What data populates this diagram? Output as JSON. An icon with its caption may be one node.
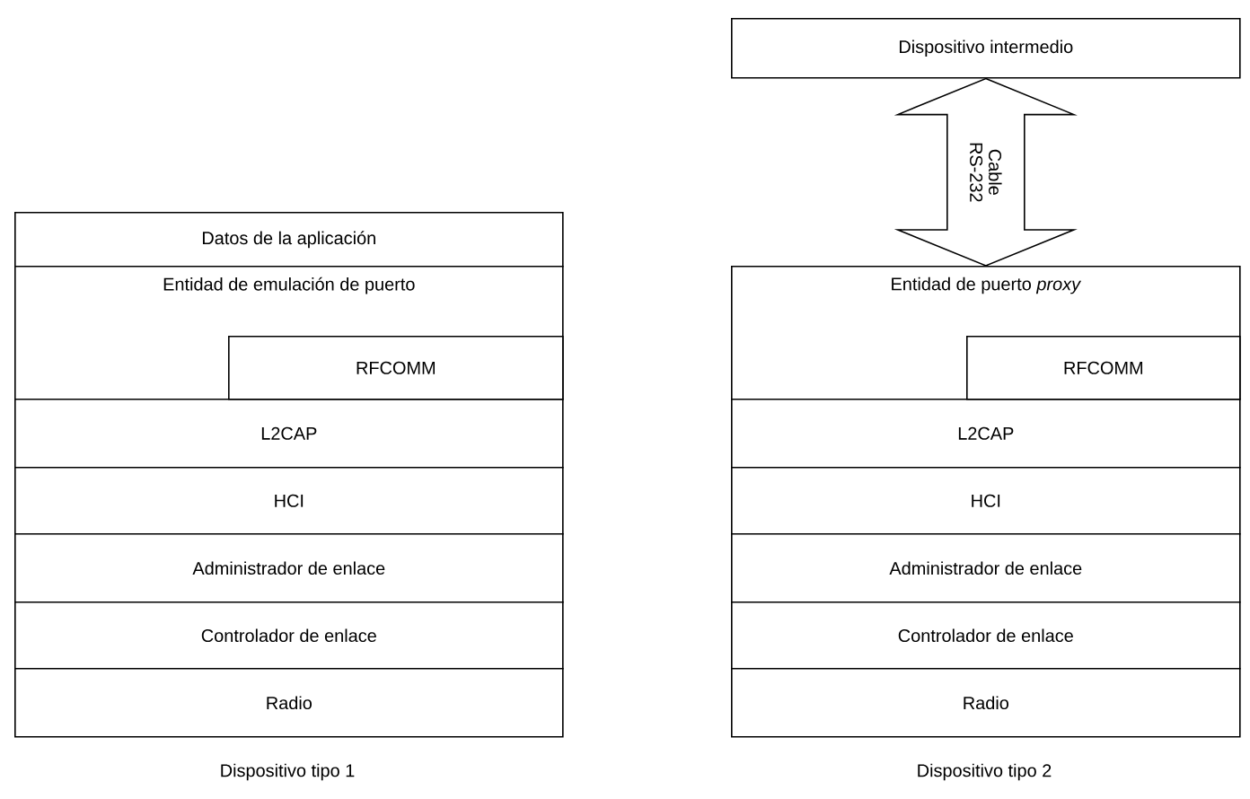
{
  "diagram": {
    "nodes": [
      {
        "text": [
          "Datos de la aplicación"
        ]
      },
      {
        "text": [
          "Entidad de emulación de puerto"
        ]
      },
      {
        "text": [
          "RFCOMM"
        ],
        "in": 1
      },
      {
        "text": [
          "L2CAP"
        ]
      },
      {
        "text": [
          "HCI"
        ]
      },
      {
        "text": [
          "Administrador de enlace"
        ]
      },
      {
        "text": [
          "Controlador de enlace"
        ]
      },
      {
        "text": [
          "Radio"
        ]
      },
      {
        "text": [
          "Dispositivo intermedio"
        ]
      },
      {
        "text": [
          "Entidad de puerto *proxy*"
        ]
      },
      {
        "text": [
          "RFCOMM"
        ],
        "in": 9
      },
      {
        "text": [
          "L2CAP"
        ]
      },
      {
        "text": [
          "HCI"
        ]
      },
      {
        "text": [
          "Administrador de enlace"
        ]
      },
      {
        "text": [
          "Controlador de enlace"
        ]
      },
      {
        "text": [
          "Radio"
        ]
      }
    ],
    "edges": [
      {
        "from": 8,
        "to": 9,
        "arrow": "both",
        "label": "Cable RS-232"
      }
    ],
    "labels": [
      "Dispositivo tipo 1",
      "Dispositivo tipo 2"
    ]
  }
}
